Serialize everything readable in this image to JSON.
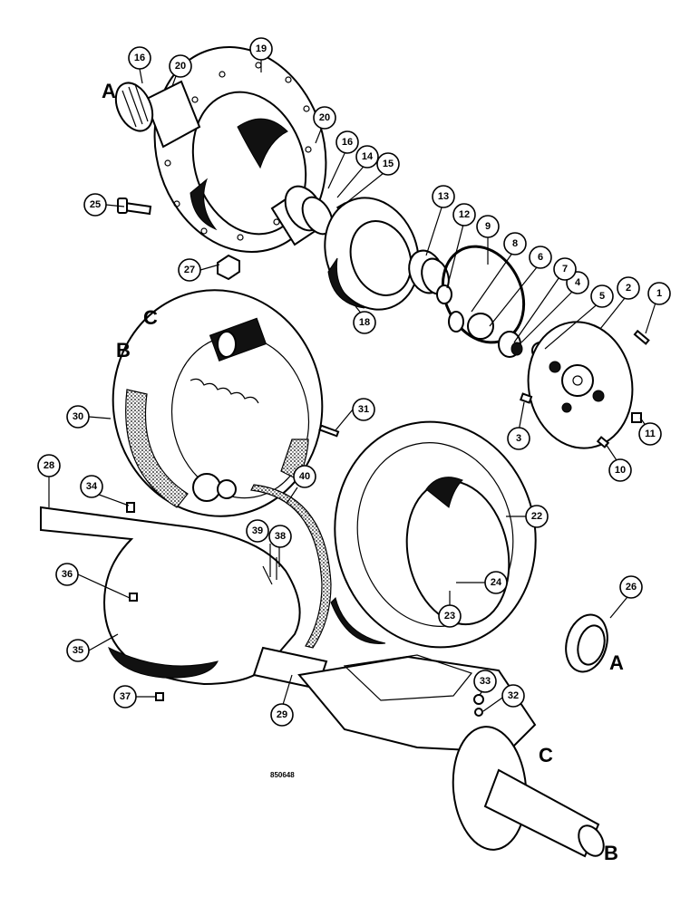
{
  "figure_code": "850648",
  "reference_letters": {
    "a_top": "A",
    "a_bottom": "A",
    "b_backplate": "B",
    "b_axle": "B",
    "c_backplate": "C",
    "c_axle": "C"
  },
  "callouts": [
    "1",
    "2",
    "3",
    "4",
    "5",
    "6",
    "7",
    "8",
    "9",
    "10",
    "11",
    "12",
    "13",
    "14",
    "15",
    "16",
    "16",
    "18",
    "19",
    "20",
    "20",
    "22",
    "23",
    "24",
    "25",
    "26",
    "27",
    "28",
    "29",
    "30",
    "31",
    "32",
    "33",
    "34",
    "35",
    "36",
    "37",
    "38",
    "39",
    "40"
  ]
}
